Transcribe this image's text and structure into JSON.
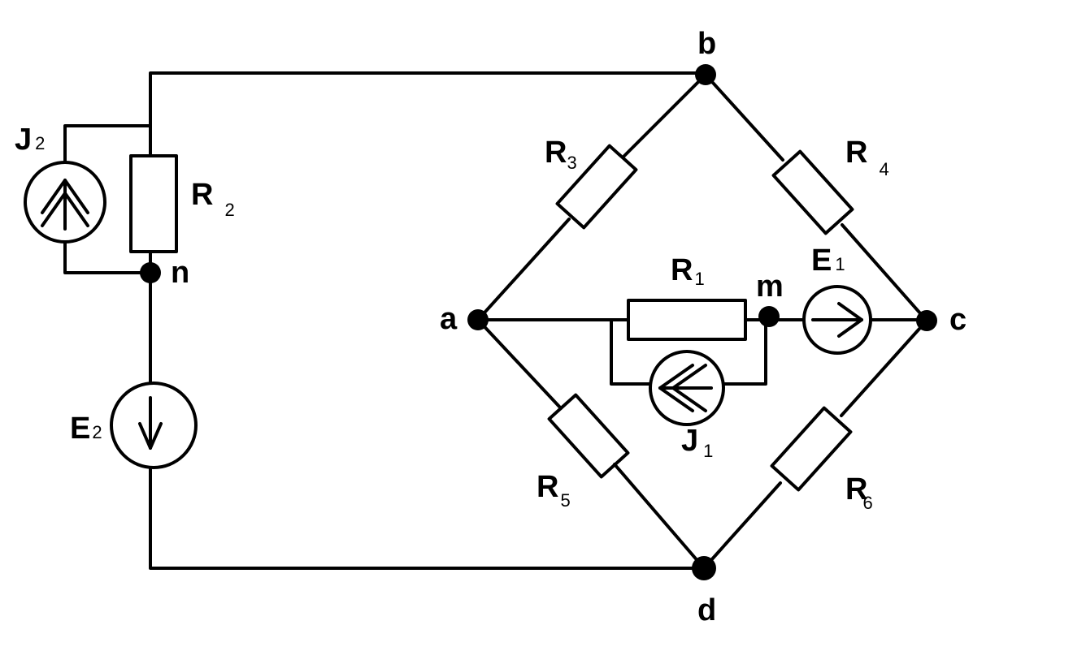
{
  "nodes": {
    "a": "a",
    "b": "b",
    "c": "c",
    "d": "d",
    "m": "m",
    "n": "n"
  },
  "components": {
    "R1": {
      "letter": "R",
      "index": "1"
    },
    "R2": {
      "letter": "R",
      "index": "2"
    },
    "R3": {
      "letter": "R",
      "index": "3"
    },
    "R4": {
      "letter": "R",
      "index": "4"
    },
    "R5": {
      "letter": "R",
      "index": "5"
    },
    "R6": {
      "letter": "R",
      "index": "6"
    },
    "E1": {
      "letter": "E",
      "index": "1"
    },
    "E2": {
      "letter": "E",
      "index": "2"
    },
    "J1": {
      "letter": "J",
      "index": "1"
    },
    "J2": {
      "letter": "J",
      "index": "2"
    }
  },
  "colors": {
    "ink": "#000000",
    "background": "#ffffff"
  }
}
